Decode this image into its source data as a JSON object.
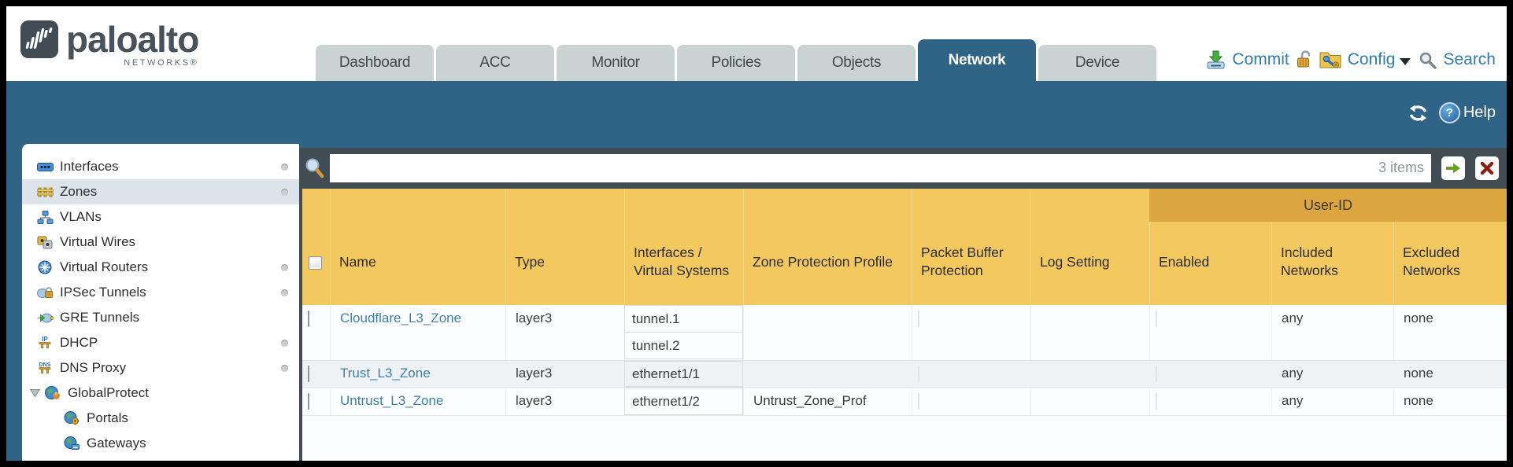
{
  "brand": {
    "name": "paloalto",
    "sub": "NETWORKS®"
  },
  "tabs": [
    {
      "label": "Dashboard"
    },
    {
      "label": "ACC"
    },
    {
      "label": "Monitor"
    },
    {
      "label": "Policies"
    },
    {
      "label": "Objects"
    },
    {
      "label": "Network",
      "active": true
    },
    {
      "label": "Device"
    }
  ],
  "top_actions": {
    "commit": "Commit",
    "config": "Config",
    "search": "Search"
  },
  "toolbar": {
    "help": "Help"
  },
  "sidebar": {
    "items": [
      {
        "label": "Interfaces",
        "dot": true
      },
      {
        "label": "Zones",
        "dot": true,
        "selected": true
      },
      {
        "label": "VLANs"
      },
      {
        "label": "Virtual Wires"
      },
      {
        "label": "Virtual Routers",
        "dot": true
      },
      {
        "label": "IPSec Tunnels",
        "dot": true
      },
      {
        "label": "GRE Tunnels"
      },
      {
        "label": "DHCP",
        "dot": true
      },
      {
        "label": "DNS Proxy",
        "dot": true
      },
      {
        "label": "GlobalProtect",
        "expandable": true
      },
      {
        "label": "Portals",
        "child": true
      },
      {
        "label": "Gateways",
        "child": true
      }
    ]
  },
  "filterbar": {
    "value": "",
    "count": "3 items"
  },
  "table": {
    "group_header": "User-ID",
    "columns": [
      "Name",
      "Type",
      "Interfaces / Virtual Systems",
      "Zone Protection Profile",
      "Packet Buffer Protection",
      "Log Setting",
      "Enabled",
      "Included Networks",
      "Excluded Networks"
    ],
    "rows": [
      {
        "name": "Cloudflare_L3_Zone",
        "type": "layer3",
        "interfaces": [
          "tunnel.1",
          "tunnel.2"
        ],
        "zone_protection_profile": "",
        "log_setting": "",
        "included_networks": "any",
        "excluded_networks": "none"
      },
      {
        "name": "Trust_L3_Zone",
        "type": "layer3",
        "interfaces": [
          "ethernet1/1"
        ],
        "zone_protection_profile": "",
        "log_setting": "",
        "included_networks": "any",
        "excluded_networks": "none"
      },
      {
        "name": "Untrust_L3_Zone",
        "type": "layer3",
        "interfaces": [
          "ethernet1/2"
        ],
        "zone_protection_profile": "Untrust_Zone_Prof",
        "log_setting": "",
        "included_networks": "any",
        "excluded_networks": "none"
      }
    ]
  },
  "colors": {
    "teal_band": "#2f6486",
    "header_yellow": "#f2c85f",
    "userid_band": "#dba63f",
    "link_blue": "#3e81a8",
    "action_blue": "#2e7cb0",
    "search_row": "#424c53"
  }
}
